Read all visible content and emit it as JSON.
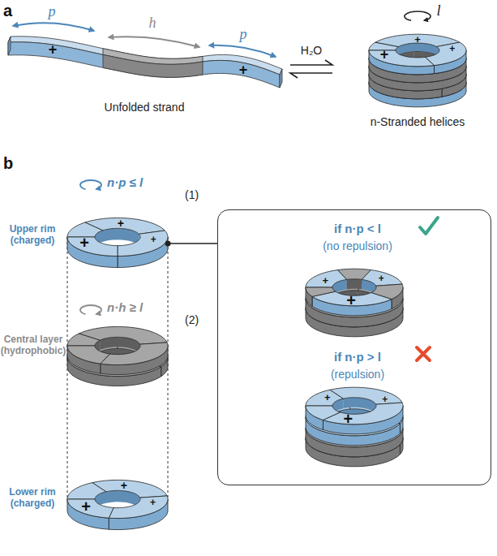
{
  "diagram": {
    "nodes": [
      {
        "text": [
          "if n·p < l",
          "(no repulsion)",
          "if n·p > l",
          "(repulsion)"
        ]
      }
    ],
    "labels": [
      "a",
      "p",
      "h",
      "p",
      "+",
      "+",
      "Unfolded strand",
      "H₂O",
      "l",
      "n-Stranded helices",
      "+",
      "+",
      "+",
      "b",
      "n·p ≤ l",
      "(1)",
      "Upper rim (charged)",
      "+",
      "+",
      "+",
      "n·h ≥ l",
      "(2)",
      "Central layer (hydrophobic)",
      "Lower rim (charged)",
      "+",
      "+",
      "+",
      "+",
      "+",
      "+",
      "+",
      "+",
      "+"
    ]
  }
}
